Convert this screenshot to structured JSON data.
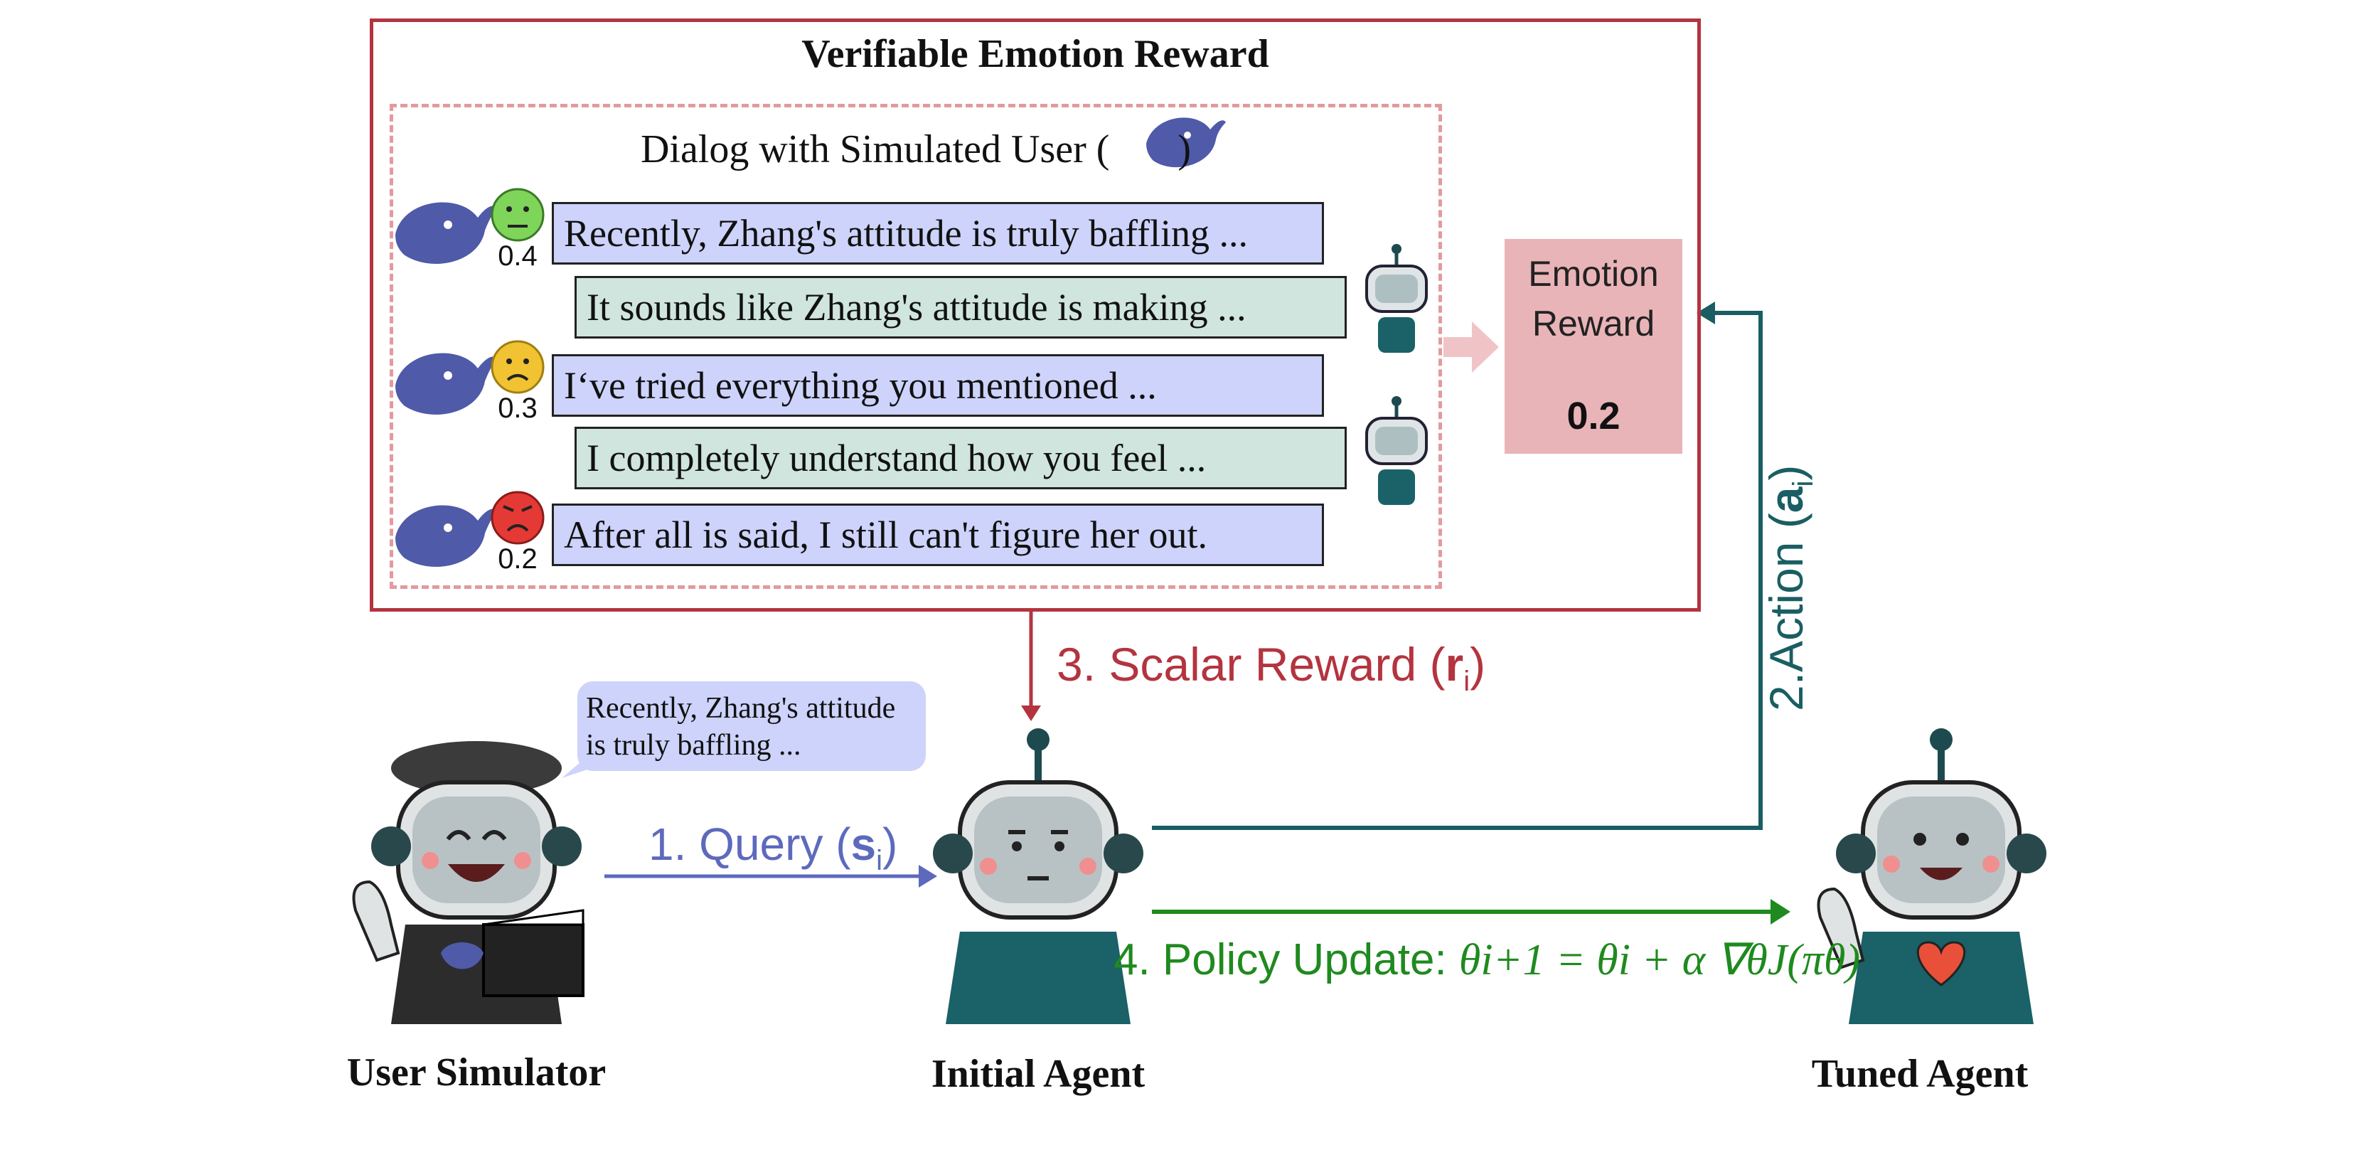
{
  "title": "Verifiable Emotion Reward",
  "dialog": {
    "title": "Dialog with Simulated User (",
    "title_close": ")",
    "turns": [
      {
        "role": "user",
        "text": "Recently, Zhang's attitude is truly baffling ...",
        "score": "0.4",
        "emotion": "neutral-face-icon"
      },
      {
        "role": "agent",
        "text": "It sounds like Zhang's attitude is making ..."
      },
      {
        "role": "user",
        "text": "I‘ve tried everything you mentioned ...",
        "score": "0.3",
        "emotion": "sad-face-icon"
      },
      {
        "role": "agent",
        "text": "I completely understand how you feel ..."
      },
      {
        "role": "user",
        "text": "After all is said, I still can't figure her out.",
        "score": "0.2",
        "emotion": "angry-face-icon"
      }
    ]
  },
  "reward": {
    "label_line1": "Emotion",
    "label_line2": "Reward",
    "value": "0.2"
  },
  "steps": {
    "query": "1. Query (",
    "query_var": "s",
    "query_sub": "i",
    "query_close": ")",
    "action": "2.Action (",
    "action_var": "a",
    "action_sub": "i",
    "action_close": ")",
    "reward": "3. Scalar Reward (",
    "reward_var": "r",
    "reward_sub": "i",
    "reward_close": ")",
    "update": "4. Policy Update: ",
    "update_formula": "θi+1 = θi + α ∇θJ(πθ)"
  },
  "bubble": {
    "line1": "Recently, Zhang's attitude",
    "line2": "is truly baffling ..."
  },
  "characters": {
    "user_simulator": "User Simulator",
    "initial_agent": "Initial Agent",
    "tuned_agent": "Tuned Agent"
  },
  "colors": {
    "outer_border": "#b3343f",
    "dashed_border": "#e39a9e",
    "user_msg": "#cdd3fb",
    "agent_msg": "#cfe5de",
    "reward_box": "#e9b4b8",
    "query_arrow": "#5d6abc",
    "action_arrow": "#1a5e63",
    "update_arrow": "#1f8a1f",
    "reward_arrow": "#b3343f"
  }
}
